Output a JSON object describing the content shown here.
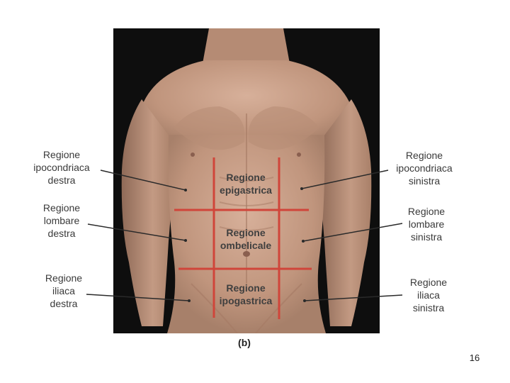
{
  "labels": {
    "left_upper": "Regione\nipocondriaca\ndestra",
    "left_middle": "Regione\nlombare\ndestra",
    "left_lower": "Regione\niliaca\ndestra",
    "right_upper": "Regione\nipocondriaca\nsinistra",
    "right_middle": "Regione\nlombare\nsinistra",
    "right_lower": "Regione\niliaca\nsinistra"
  },
  "regions": {
    "upper": "Regione\nepigastrica",
    "middle": "Regione\nombelicale",
    "lower": "Regione\nipogastrica"
  },
  "caption": "(b)",
  "page_number": "16",
  "colors": {
    "grid_lines": "#d0453a",
    "background_photo": "#0e0e0e",
    "skin": "#c69a82"
  }
}
